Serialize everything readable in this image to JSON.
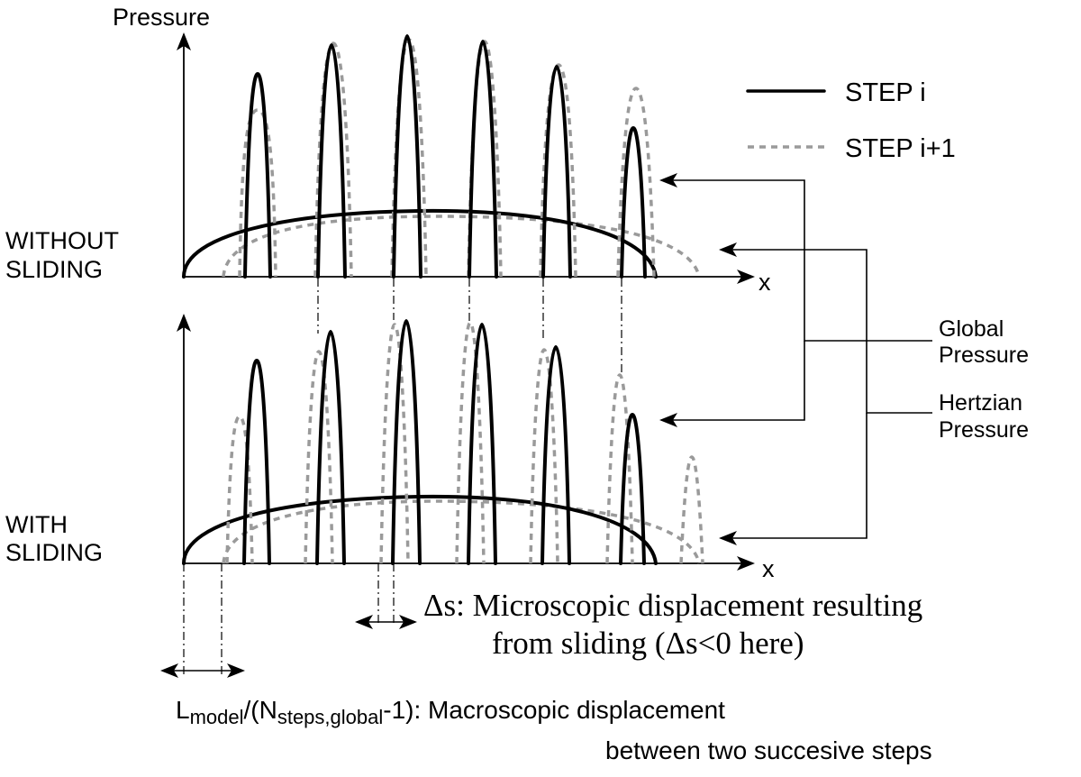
{
  "axes": {
    "y_label": "Pressure",
    "x_label_top": "x",
    "x_label_bottom": "x"
  },
  "rows": {
    "top": [
      "WITHOUT",
      "SLIDING"
    ],
    "bottom": [
      "WITH",
      "SLIDING"
    ]
  },
  "legend": {
    "step_i": "STEP i",
    "step_i1": "STEP i+1"
  },
  "labels": {
    "global": [
      "Global",
      "Pressure"
    ],
    "hertzian": [
      "Hertzian",
      "Pressure"
    ]
  },
  "annotations": {
    "delta_s": [
      "Δs: Microscopic displacement resulting",
      "from sliding (Δs<0 here)"
    ],
    "l_model": {
      "L": "L",
      "model": "model",
      "mid1": "/(N",
      "steps": "steps,global",
      "mid2": "-1): Macroscopic displacement",
      "line2": "between two succesive steps"
    }
  }
}
